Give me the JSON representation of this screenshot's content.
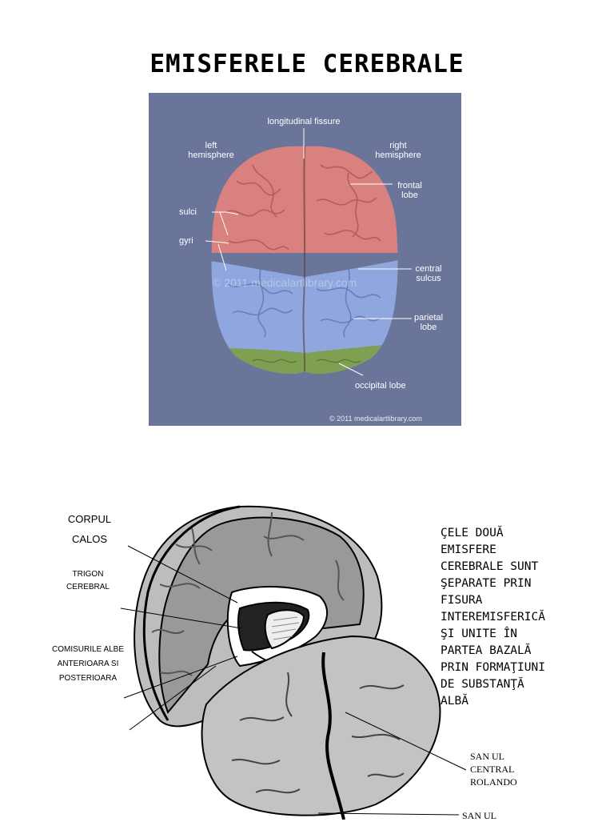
{
  "page": {
    "title": "EMISFERELE CEREBRALE"
  },
  "figure_top": {
    "labels": {
      "longitudinal": "longitudinal fissure",
      "left_hemi": [
        "left",
        "hemisphere"
      ],
      "right_hemi": [
        "right",
        "hemisphere"
      ],
      "frontal": [
        "frontal",
        "lobe"
      ],
      "sulci": "sulci",
      "gyri": "gyri",
      "central": [
        "central",
        "sulcus"
      ],
      "parietal": [
        "parietal",
        "lobe"
      ],
      "occipital": "occipital lobe"
    },
    "watermark": "© 2011 medicalartlibrary.com",
    "copyright": "© 2011 medicalartlibrary.com",
    "colors": {
      "background": "#6a7599",
      "frontal": "#d9817e",
      "parietal": "#8fa6de",
      "occipital": "#7fa052"
    }
  },
  "figure_bottom": {
    "labels": {
      "corpul": [
        "CORPUL",
        "CALOS"
      ],
      "trigon": [
        "TRIGON",
        "CEREBRAL"
      ],
      "comisurile": [
        "COMISURILE ALBE",
        "ANTERIOARA SI",
        "POSTERIOARA"
      ],
      "santul_central": [
        "SAN  UL",
        "CENTRAL",
        "ROLANDO"
      ],
      "santul_bottom": "SAN  UL"
    },
    "description": [
      "ÇELE DOUĂ",
      "EMISFERE",
      "CEREBRALE SUNT",
      "ŞEPARATE PRIN",
      "FISURA",
      "INTEREMISFERICĂ",
      "ŞI UNITE ÎN",
      "PARTEA BAZALĂ",
      "PRIN FORMAŢIUNI",
      "DE SUBSTANŢĂ",
      "ALBĂ"
    ]
  }
}
